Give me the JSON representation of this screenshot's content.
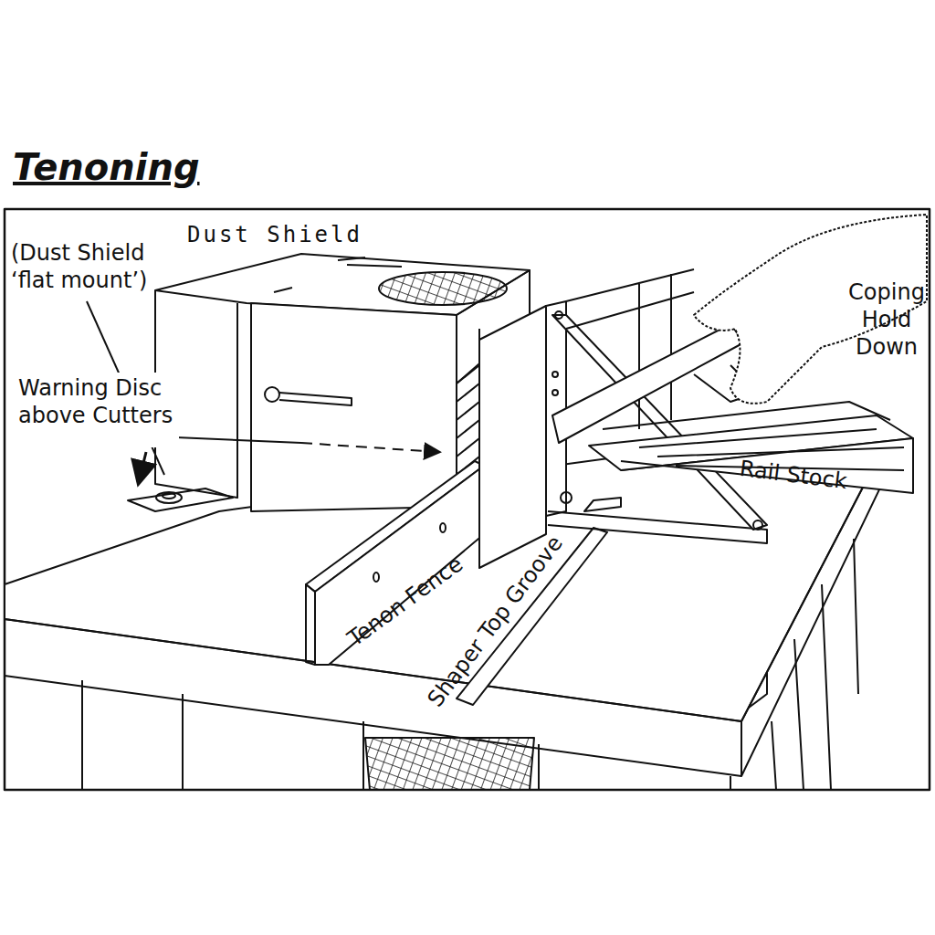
{
  "diagram": {
    "title": "Tenoning",
    "labels": [
      "Dust Shield",
      "(Dust Shield ‘flat mount’)",
      "Warning Disc above Cutters",
      "Coping Hold Down",
      "Rail Stock",
      "Tenon Fence",
      "Shaper Top Groove"
    ]
  }
}
